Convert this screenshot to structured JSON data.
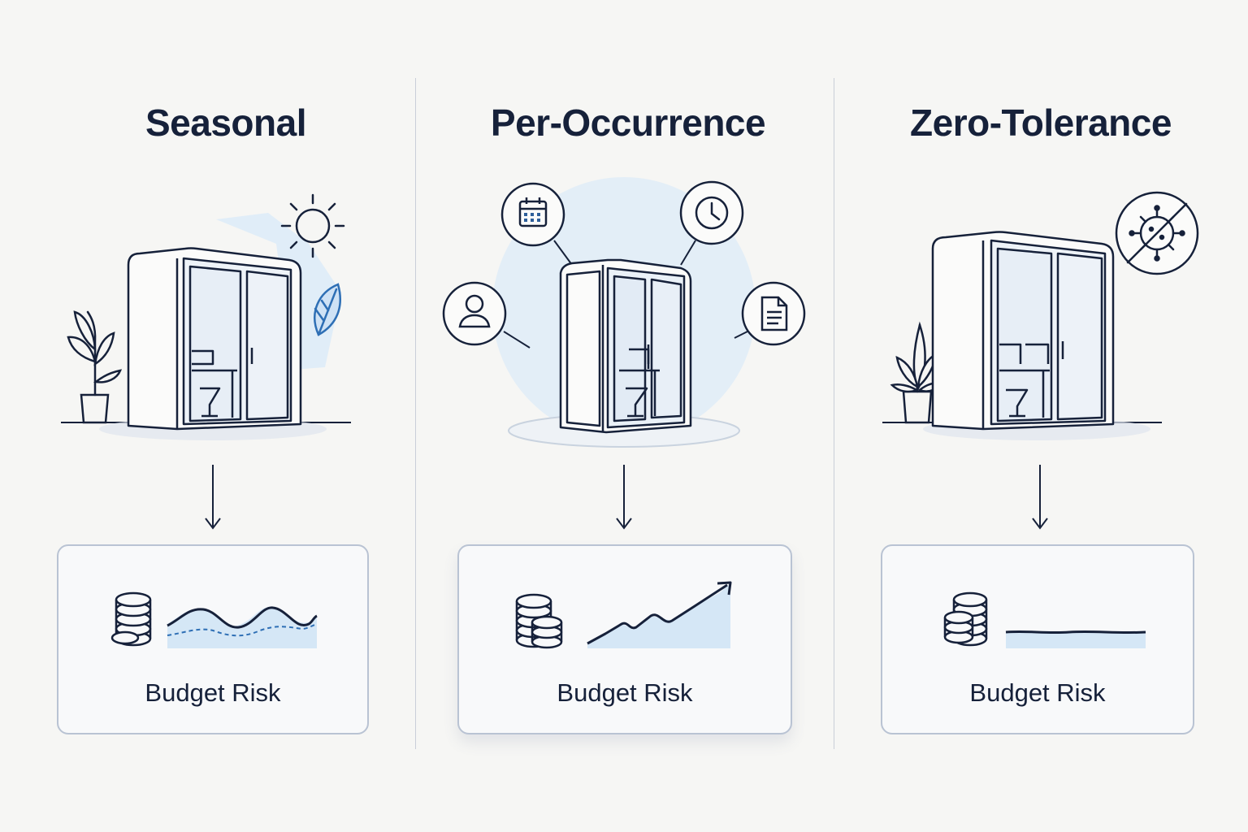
{
  "columns": [
    {
      "title": "Seasonal",
      "card_label": "Budget Risk",
      "icons": [
        "sun-icon",
        "leaf-icon",
        "plant-icon",
        "phone-booth-icon",
        "coins-icon",
        "wavy-line-icon"
      ]
    },
    {
      "title": "Per-Occurrence",
      "card_label": "Budget Risk",
      "icons": [
        "calendar-icon",
        "clock-icon",
        "person-icon",
        "document-icon",
        "phone-booth-icon",
        "coins-icon",
        "rising-line-icon"
      ]
    },
    {
      "title": "Zero-Tolerance",
      "card_label": "Budget Risk",
      "icons": [
        "no-virus-icon",
        "plant-icon",
        "phone-booth-icon",
        "coins-icon",
        "flat-line-icon"
      ]
    }
  ],
  "colors": {
    "background": "#f6f6f4",
    "ink": "#16213a",
    "accent": "#1f5fa8",
    "accent_light": "#d7e8f7",
    "card_border": "#b9c3d3"
  }
}
